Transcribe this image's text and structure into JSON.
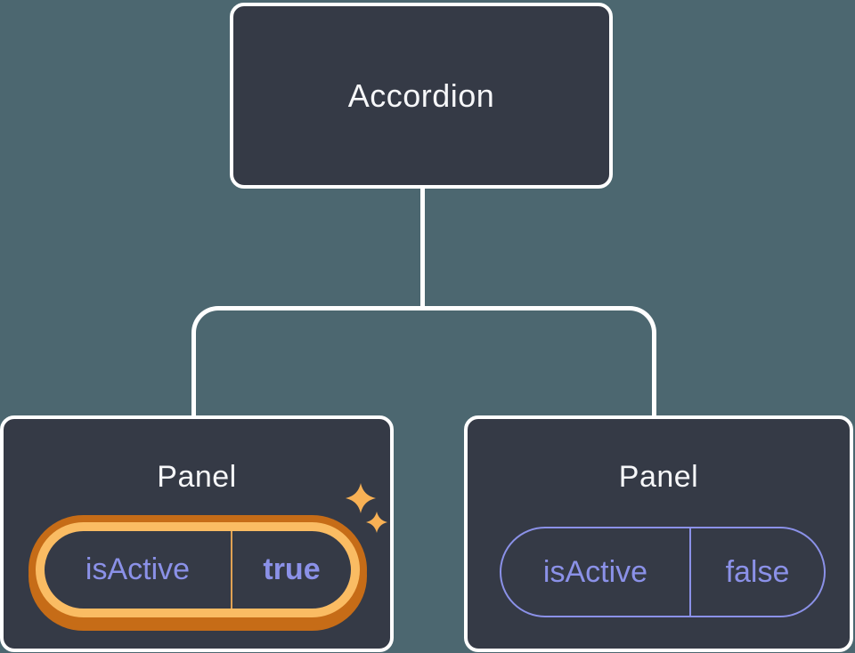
{
  "diagram": {
    "root": {
      "label": "Accordion"
    },
    "children": [
      {
        "label": "Panel",
        "prop_name": "isActive",
        "prop_value": "true",
        "highlighted": true
      },
      {
        "label": "Panel",
        "prop_name": "isActive",
        "prop_value": "false",
        "highlighted": false
      }
    ]
  },
  "icons": {
    "sparkles": "sparkles-icon"
  },
  "colors": {
    "background": "#4C6770",
    "node_fill": "#353A46",
    "node_border": "#FFFFFF",
    "connector": "#FFFFFF",
    "prop_text": "#8B91E8",
    "highlight_outer": "#C66C17",
    "highlight_inner": "#FABC63",
    "highlight_divider": "#E0A253",
    "sparkle": "#F8B155",
    "title_text": "#F6F7F9"
  }
}
